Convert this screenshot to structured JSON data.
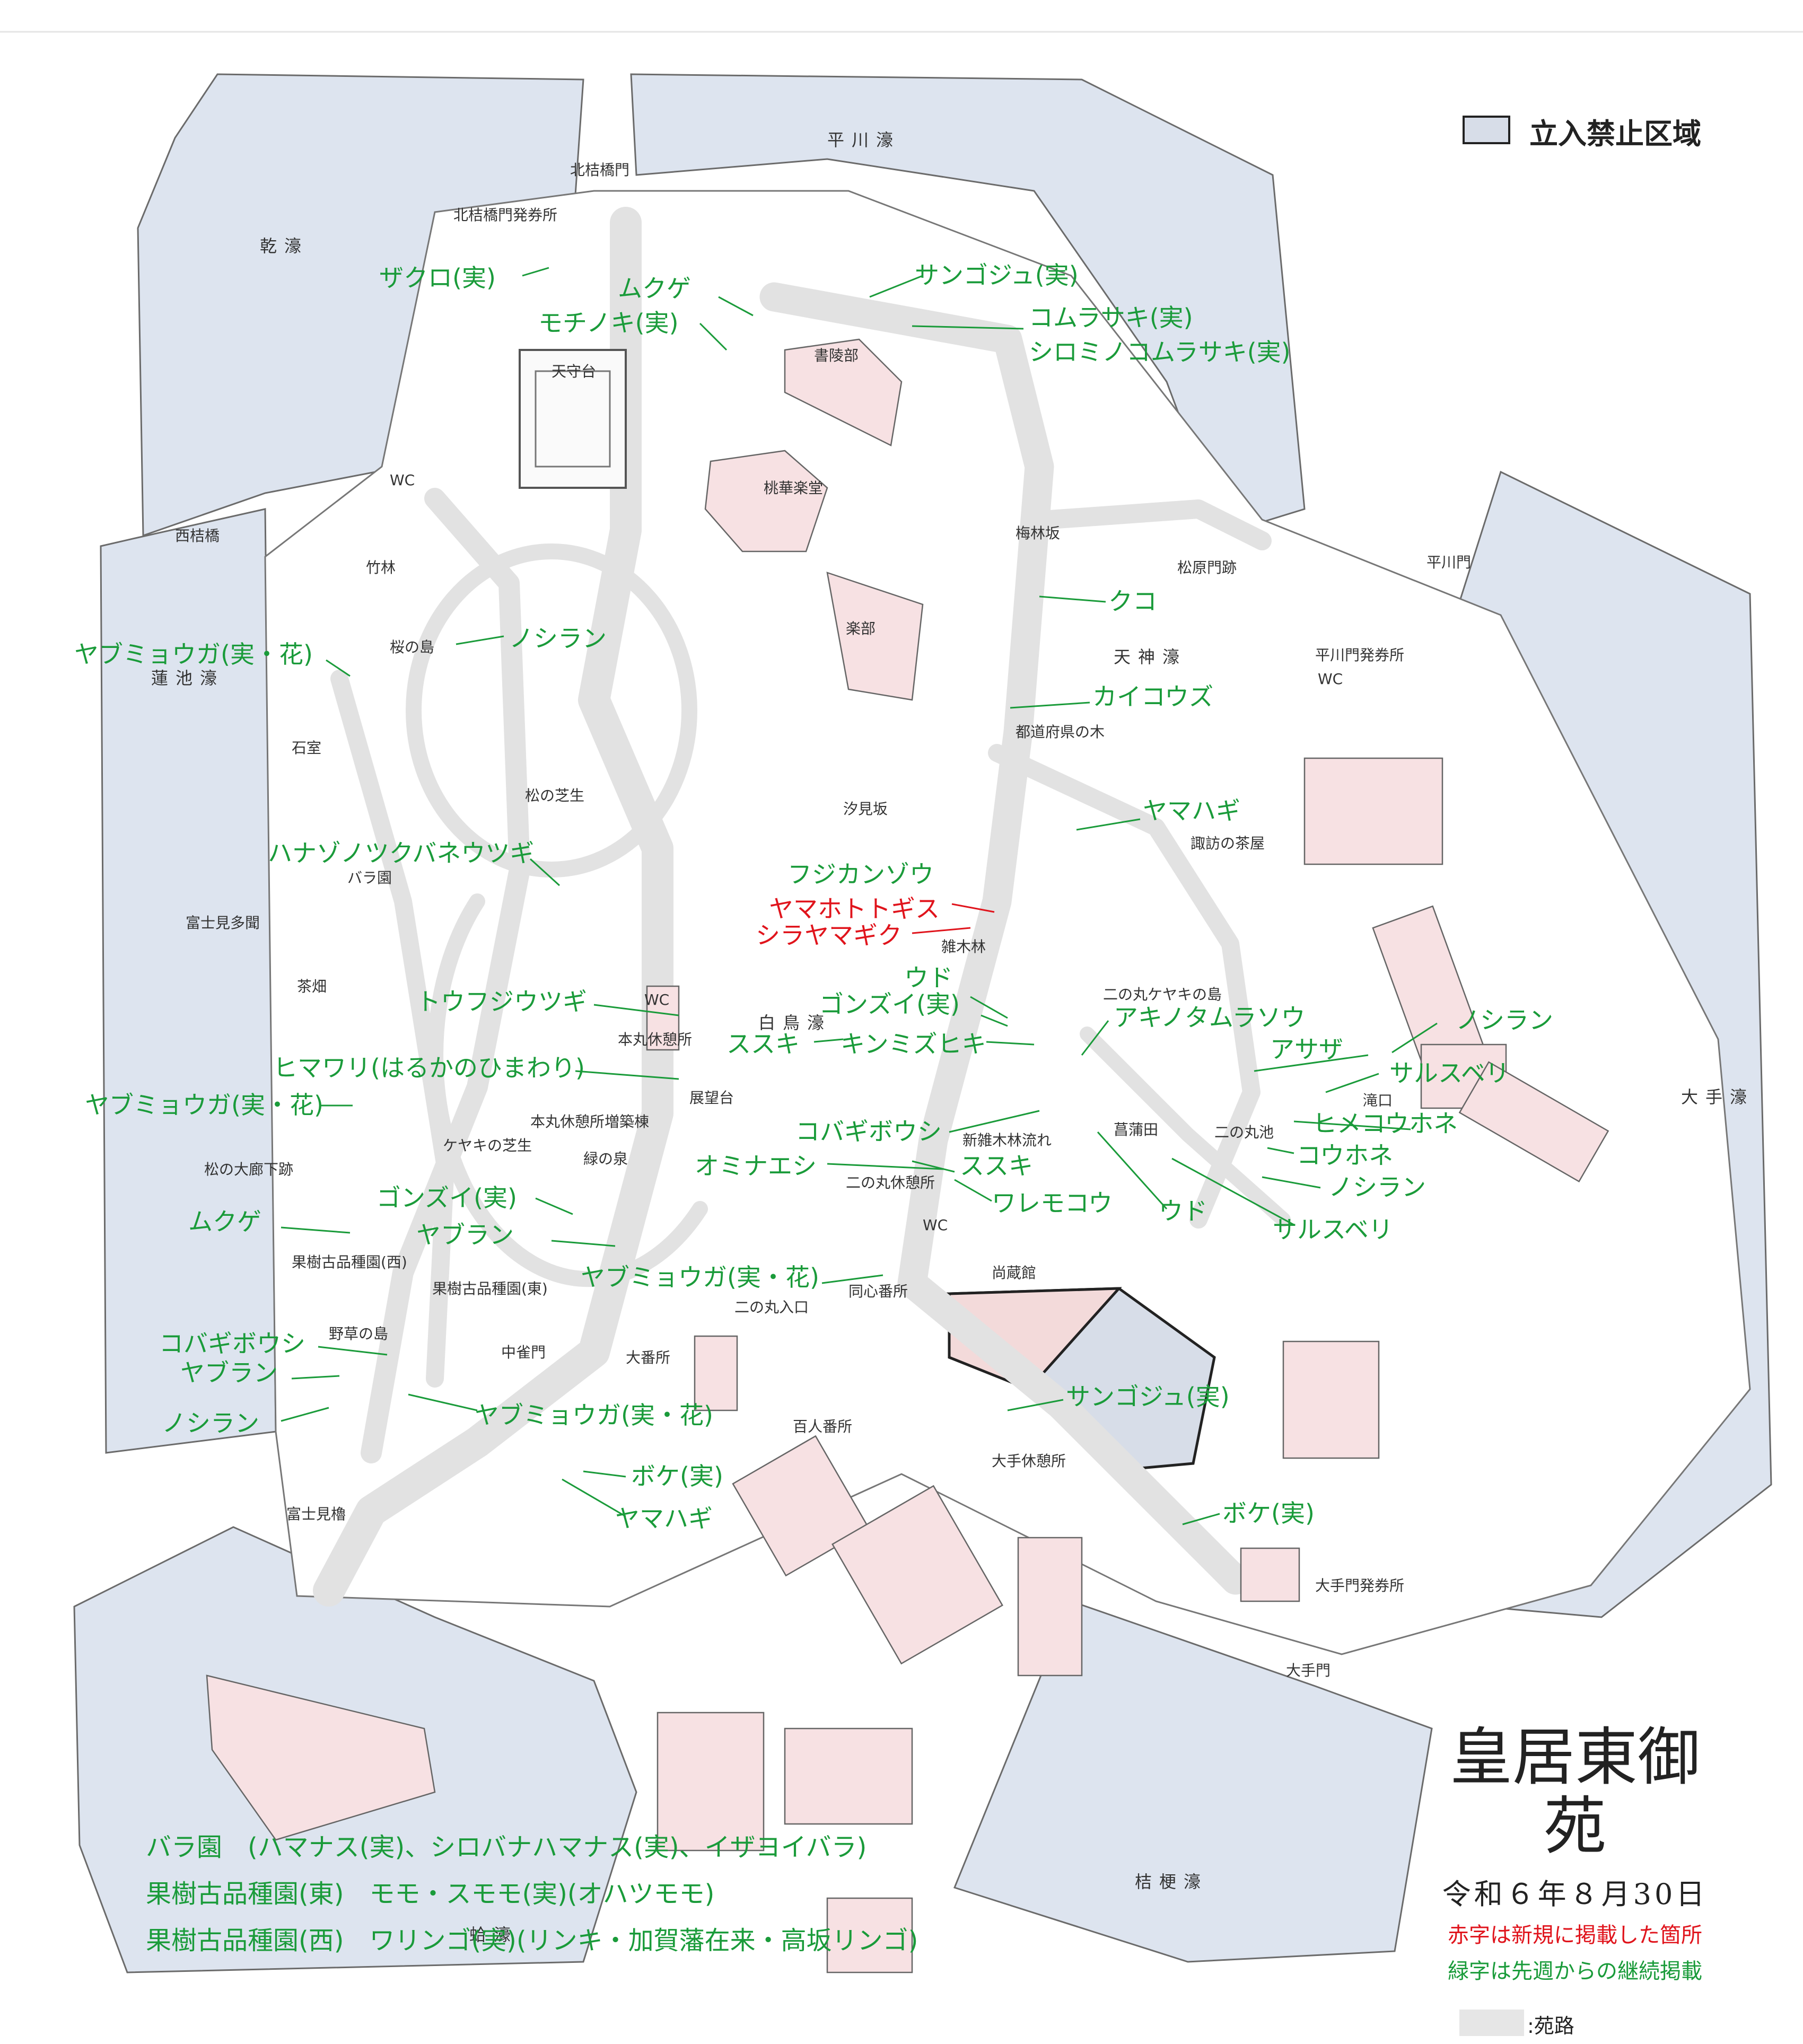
{
  "legend": {
    "restricted_label": "立入禁止区域",
    "path_label": ":苑路"
  },
  "title": "皇居東御苑",
  "date": "令和６年８月30日",
  "note_red": "赤字は新規に掲載した箇所",
  "note_green": "緑字は先週からの継続掲載",
  "colors": {
    "green": "#1a9b3a",
    "red": "#e0141c",
    "moat": "#dde4ef",
    "building": "#f7e1e3",
    "path": "#e2e2e2"
  },
  "bottom_notes": [
    "バラ園　(ハマナス(実)、シロバナハマナス(実)、イザヨイバラ)",
    "果樹古品種園(東)　モモ・スモモ(実)(オハツモモ)",
    "果樹古品種園(西)　ワリンゴ(実)(リンキ・加賀藩在来・高坂リンゴ)"
  ],
  "places": {
    "hirakawa_moat": "平川濠",
    "inui_moat": "乾濠",
    "hasuike_moat": "蓮池濠",
    "tenjin_moat": "天神濠",
    "hakucho_moat": "白鳥濠",
    "ote_moat": "大手濠",
    "kikyo_moat": "桔梗濠",
    "hamaguri_moat": "蛤濠",
    "kitahanebashi_gate": "北桔橋門",
    "kitahanebashi_ticket": "北桔橋門発券所",
    "tenshudai": "天守台",
    "shoryobu": "書陵部",
    "tokagakudo": "桃華楽堂",
    "gakubu": "楽部",
    "wc": "WC",
    "nishihanebashi": "西桔橋",
    "takebayashi": "竹林",
    "sakura_island": "桜の島",
    "ishimuro": "石室",
    "matsu_lawn": "松の芝生",
    "rose_garden": "バラ園",
    "fujimi_tamon": "富士見多聞",
    "tea_field": "茶畑",
    "matsu_corridor": "松の大廊下跡",
    "orchard_west": "果樹古品種園(西)",
    "orchard_east": "果樹古品種園(東)",
    "yaso_island": "野草の島",
    "fujimi_yagura": "富士見櫓",
    "honmaru_rest": "本丸休憩所",
    "honmaru_rest_annex": "本丸休憩所増築棟",
    "observatory": "展望台",
    "keyaki_lawn": "ケヤキの芝生",
    "midori_spring": "緑の泉",
    "baibayashi_slope": "梅林坂",
    "matsubara_gate": "松原門跡",
    "hirakawa_gate": "平川門",
    "hirakawa_ticket": "平川門発券所",
    "prefecture_trees": "都道府県の木",
    "shiomi_slope": "汐見坂",
    "suwa_teahouse": "諏訪の茶屋",
    "zokibayashi": "雑木林",
    "keyaki_island": "二の丸ケヤキの島",
    "shin_zokibayashi": "新雑木林流れ",
    "shobuda": "菖蒲田",
    "ninomaru_pond": "二の丸池",
    "taki_guchi": "滝口",
    "ninomaru_rest": "二の丸休憩所",
    "shozokan": "尚蔵館",
    "ninomaru_entrance": "二の丸入口",
    "doshin_bansho": "同心番所",
    "oban_sho": "大番所",
    "nakajaku_gate": "中雀門",
    "hyakunin_bansho": "百人番所",
    "ote_rest": "大手休憩所",
    "ote_ticket": "大手門発券所",
    "ote_gate": "大手門"
  },
  "plants": {
    "zakuro": "ザクロ(実)",
    "mukuge_n": "ムクゲ",
    "mochinoki": "モチノキ(実)",
    "sangoju_n": "サンゴジュ(実)",
    "komurasaki": "コムラサキ(実)",
    "shiromi_komurasaki": "シロミノコムラサキ(実)",
    "kuko": "クコ",
    "kaikouzu": "カイコウズ",
    "noshiran_n": "ノシラン",
    "yabumyouga_1": "ヤブミョウガ(実・花)",
    "yamahagi_e": "ヤマハギ",
    "hananazuna": "ハナゾノツクバネウツギ",
    "fujikanzou": "フジカンゾウ",
    "yamahototogisu": "ヤマホトトギス",
    "shirayamagiku": "シラヤマギク",
    "tofujiutsugi": "トウフジウツギ",
    "udo_1": "ウド",
    "gonzui_1": "ゴンズイ(実)",
    "akinotamurasou": "アキノタムラソウ",
    "noshiran_e": "ノシラン",
    "asaza": "アサザ",
    "sarusuberi_1": "サルスベリ",
    "susuki_1": "ススキ",
    "kinmizuhiki": "キンミズヒキ",
    "himawari": "ヒマワリ(はるかのひまわり)",
    "yabumyouga_2": "ヤブミョウガ(実・花)",
    "himekouhone": "ヒメコウホネ",
    "kobagibousi_1": "コバギボウシ",
    "kouhone": "コウホネ",
    "ominaeshi": "オミナエシ",
    "susuki_2": "ススキ",
    "noshiran_p": "ノシラン",
    "waremokou": "ワレモコウ",
    "udo_2": "ウド",
    "sarusuberi_2": "サルスベリ",
    "gonzui_2": "ゴンズイ(実)",
    "mukuge_w": "ムクゲ",
    "yaburan_1": "ヤブラン",
    "yabumyouga_3": "ヤブミョウガ(実・花)",
    "kobagibousi_2": "コバギボウシ",
    "yaburan_2": "ヤブラン",
    "noshiran_sw": "ノシラン",
    "yabumyouga_4": "ヤブミョウガ(実・花)",
    "sangoju_s": "サンゴジュ(実)",
    "boke_1": "ボケ(実)",
    "yamahagi_s": "ヤマハギ",
    "boke_2": "ボケ(実)"
  }
}
